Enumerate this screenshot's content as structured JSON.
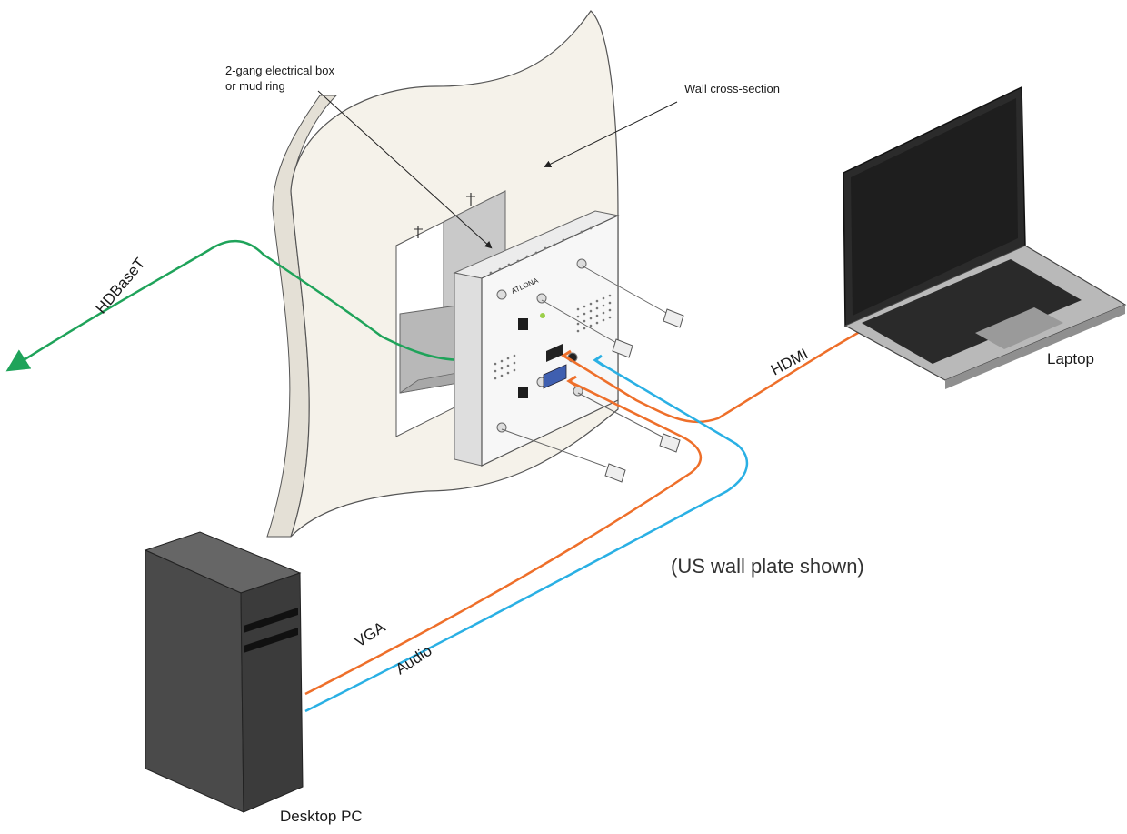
{
  "labels": {
    "electrical_box_line1": "2-gang electrical box",
    "electrical_box_line2": "or mud ring",
    "wall_cross_section": "Wall cross-section",
    "hdbaset": "HDBaseT",
    "hdmi": "HDMI",
    "laptop": "Laptop",
    "note": "(US wall plate shown)",
    "vga": "VGA",
    "audio": "Audio",
    "desktop_pc": "Desktop PC",
    "brand": "ATLONA"
  },
  "colors": {
    "hdbaset_cable": "#1fa35a",
    "hdmi_cable": "#ee6f2a",
    "vga_cable": "#ee6f2a",
    "audio_cable": "#2ab0e4",
    "wall": "#f3f0e8",
    "device": "#1f1f1f"
  }
}
